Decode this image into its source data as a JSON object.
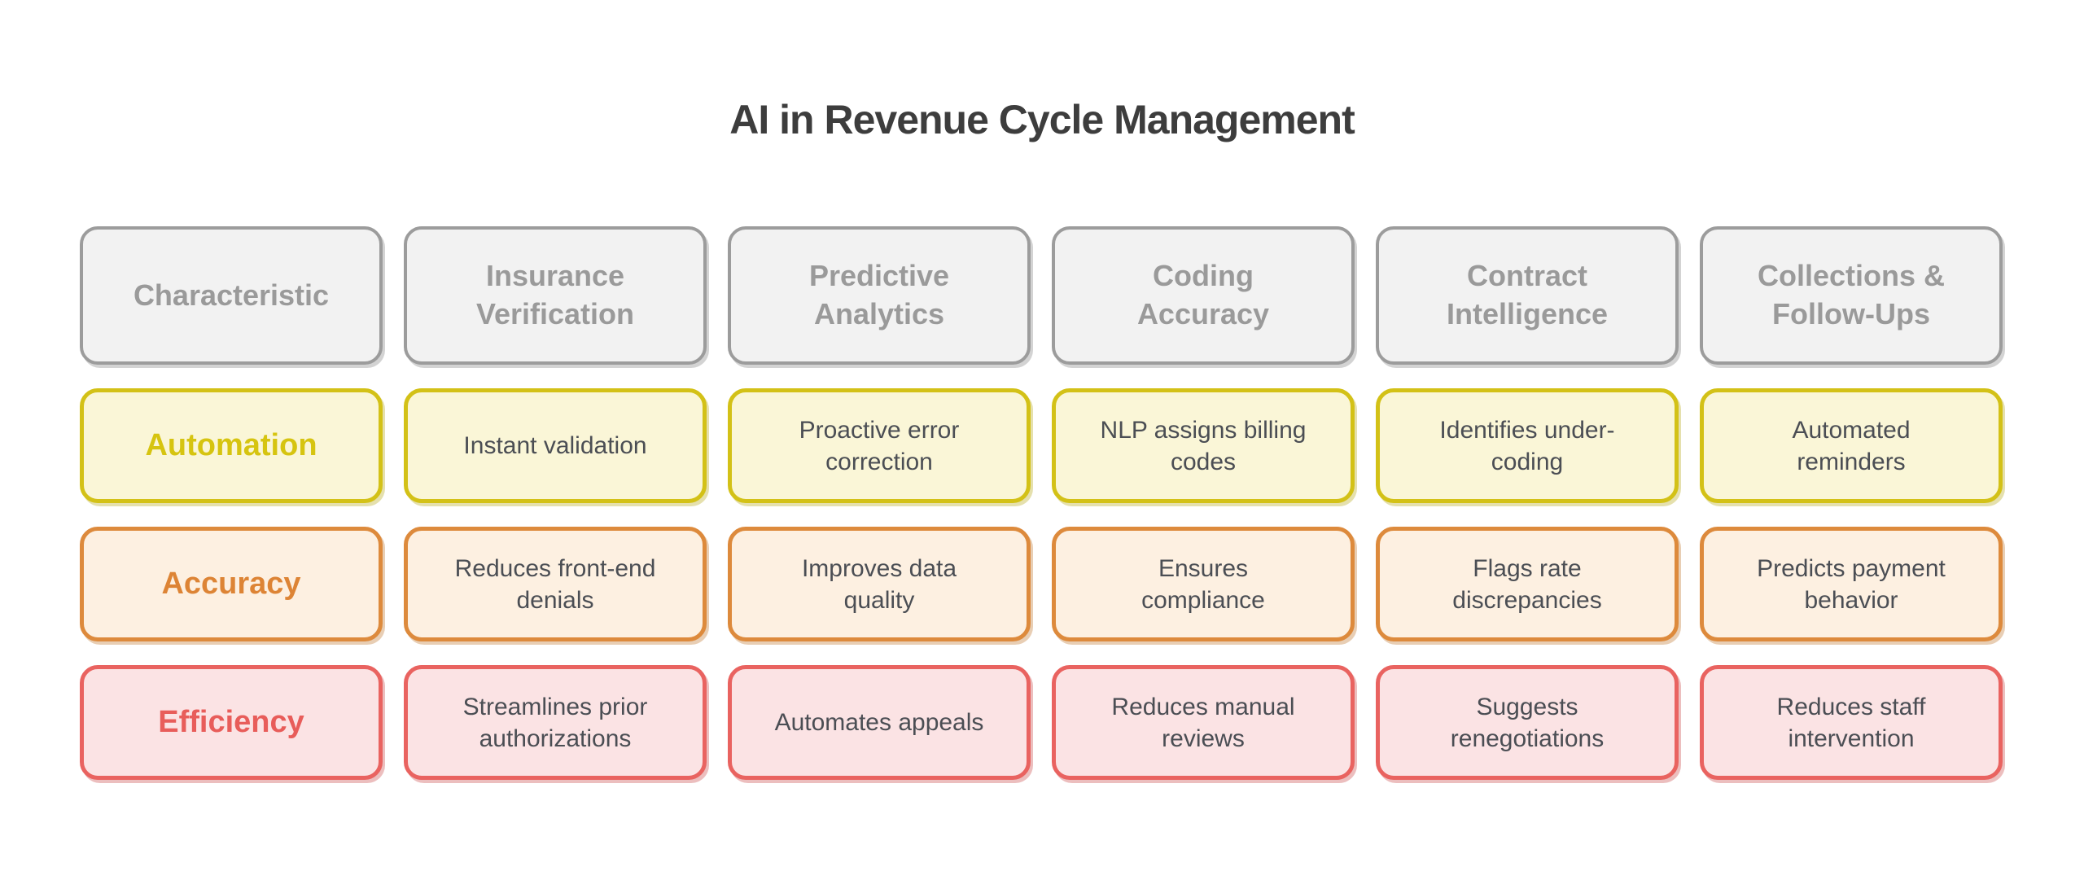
{
  "title": "AI in Revenue Cycle Management",
  "colors": {
    "title_text": "#3d3d3d",
    "header_fill": "#f2f2f2",
    "header_border": "#9c9c9c",
    "header_text": "#9a9a9a",
    "automation_border": "#d3c117",
    "automation_fill": "#faf6d7",
    "automation_label_text": "#d6c410",
    "accuracy_border": "#dd8a3c",
    "accuracy_fill": "#fdf0e1",
    "accuracy_label_text": "#dd8435",
    "efficiency_border": "#e96360",
    "efficiency_fill": "#fbe3e4",
    "efficiency_label_text": "#e85d5a",
    "cell_text": "#4b4e54"
  },
  "table": {
    "headers": [
      "Characteristic",
      "Insurance Verification",
      "Predictive Analytics",
      "Coding Accuracy",
      "Contract Intelligence",
      "Collections & Follow-Ups"
    ],
    "rows": [
      {
        "label": "Automation",
        "cells": [
          "Instant validation",
          "Proactive error correction",
          "NLP assigns billing codes",
          "Identifies under-coding",
          "Automated reminders"
        ]
      },
      {
        "label": "Accuracy",
        "cells": [
          "Reduces front-end denials",
          "Improves data quality",
          "Ensures compliance",
          "Flags rate discrepancies",
          "Predicts payment behavior"
        ]
      },
      {
        "label": "Efficiency",
        "cells": [
          "Streamlines prior authorizations",
          "Automates appeals",
          "Reduces manual reviews",
          "Suggests renegotiations",
          "Reduces staff intervention"
        ]
      }
    ]
  }
}
